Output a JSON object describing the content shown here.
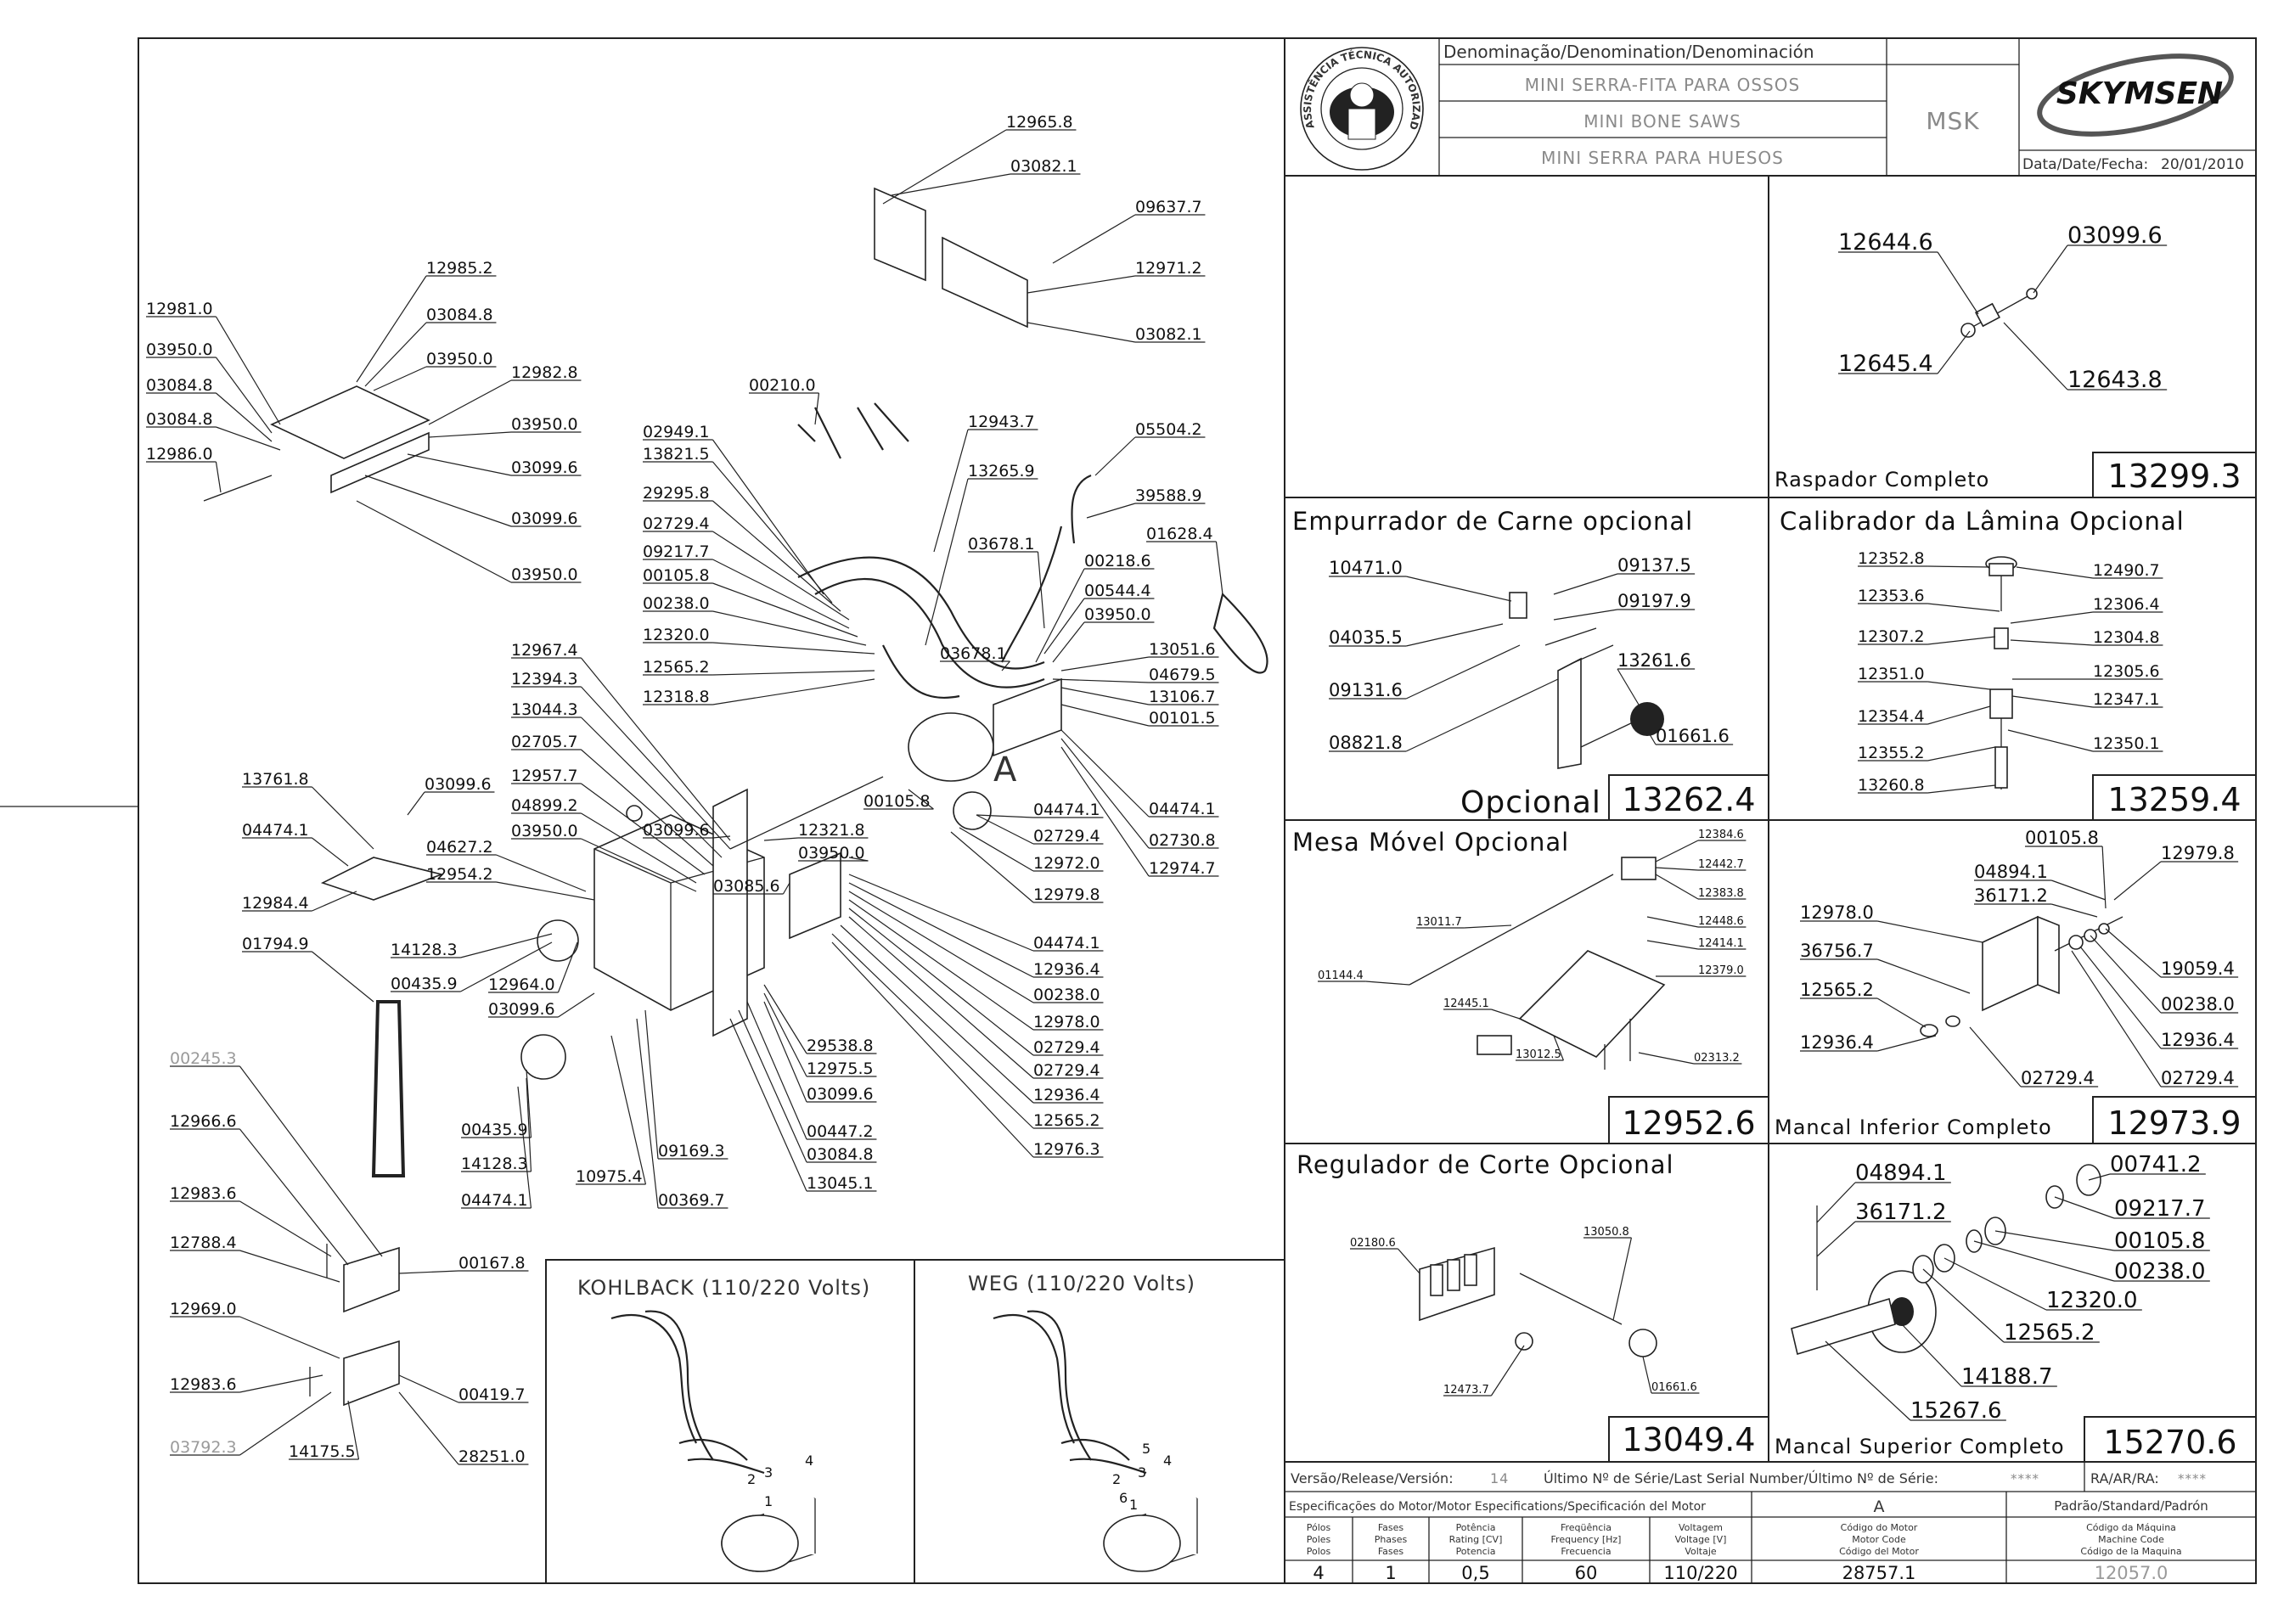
{
  "header": {
    "denomination_label": "Denominação/Denomination/Denominación",
    "names": [
      "MINI SERRA-FITA PARA OSSOS",
      "MINI BONE SAWS",
      "MINI SERRA PARA HUESOS"
    ],
    "model": "MSK",
    "brand": "SKYMSEN",
    "date_label": "Data/Date/Fecha:",
    "date": "20/01/2010",
    "seal_text": "ASSISTÊNCIA TÉCNICA AUTORIZADA"
  },
  "main_parts": [
    {
      "label": "12965.8"
    },
    {
      "label": "03082.1"
    },
    {
      "label": "09637.7"
    },
    {
      "label": "12971.2"
    },
    {
      "label": "03082.1"
    },
    {
      "label": "12985.2"
    },
    {
      "label": "12981.0"
    },
    {
      "label": "03084.8"
    },
    {
      "label": "03950.0"
    },
    {
      "label": "03950.0"
    },
    {
      "label": "12982.8"
    },
    {
      "label": "03084.8"
    },
    {
      "label": "03084.8"
    },
    {
      "label": "03950.0"
    },
    {
      "label": "12986.0"
    },
    {
      "label": "03099.6"
    },
    {
      "label": "03099.6"
    },
    {
      "label": "03950.0"
    },
    {
      "label": "00210.0"
    },
    {
      "label": "12943.7"
    },
    {
      "label": "05504.2"
    },
    {
      "label": "02949.1"
    },
    {
      "label": "13821.5"
    },
    {
      "label": "13265.9"
    },
    {
      "label": "39588.9"
    },
    {
      "label": "29295.8"
    },
    {
      "label": "01628.4"
    },
    {
      "label": "02729.4"
    },
    {
      "label": "03678.1"
    },
    {
      "label": "09217.7"
    },
    {
      "label": "00218.6"
    },
    {
      "label": "00105.8"
    },
    {
      "label": "00544.4"
    },
    {
      "label": "00238.0"
    },
    {
      "label": "03950.0"
    },
    {
      "label": "12320.0"
    },
    {
      "label": "13051.6"
    },
    {
      "label": "03678.1"
    },
    {
      "label": "04679.5"
    },
    {
      "label": "12565.2"
    },
    {
      "label": "13106.7"
    },
    {
      "label": "12318.8"
    },
    {
      "label": "00101.5"
    },
    {
      "label": "12967.4"
    },
    {
      "label": "12394.3"
    },
    {
      "label": "13044.3"
    },
    {
      "label": "02705.7"
    },
    {
      "label": "12957.7"
    },
    {
      "label": "04899.2"
    },
    {
      "label": "03950.0"
    },
    {
      "label": "04627.2"
    },
    {
      "label": "12954.2"
    },
    {
      "label": "03099.6"
    },
    {
      "label": "12321.8"
    },
    {
      "label": "00105.8"
    },
    {
      "label": "03950.0"
    },
    {
      "label": "03085.6"
    },
    {
      "label": "04474.1"
    },
    {
      "label": "02729.4"
    },
    {
      "label": "12972.0"
    },
    {
      "label": "12979.8"
    },
    {
      "label": "04474.1"
    },
    {
      "label": "02730.8"
    },
    {
      "label": "12974.7"
    },
    {
      "label": "13761.8"
    },
    {
      "label": "03099.6"
    },
    {
      "label": "04474.1"
    },
    {
      "label": "12984.4"
    },
    {
      "label": "14128.3"
    },
    {
      "label": "00435.9"
    },
    {
      "label": "12964.0"
    },
    {
      "label": "03099.6"
    },
    {
      "label": "01794.9"
    },
    {
      "label": "04474.1"
    },
    {
      "label": "12936.4"
    },
    {
      "label": "00238.0"
    },
    {
      "label": "12978.0"
    },
    {
      "label": "02729.4"
    },
    {
      "label": "02729.4"
    },
    {
      "label": "12936.4"
    },
    {
      "label": "12565.2"
    },
    {
      "label": "12976.3"
    },
    {
      "label": "29538.8"
    },
    {
      "label": "12975.5"
    },
    {
      "label": "03099.6"
    },
    {
      "label": "00447.2"
    },
    {
      "label": "03084.8"
    },
    {
      "label": "13045.1"
    },
    {
      "label": "09169.3"
    },
    {
      "label": "00369.7"
    },
    {
      "label": "10975.4"
    },
    {
      "label": "00435.9"
    },
    {
      "label": "14128.3"
    },
    {
      "label": "04474.1"
    },
    {
      "label": "00245.3",
      "grey": true
    },
    {
      "label": "12966.6"
    },
    {
      "label": "12983.6"
    },
    {
      "label": "12788.4"
    },
    {
      "label": "00167.8"
    },
    {
      "label": "12969.0"
    },
    {
      "label": "12983.6"
    },
    {
      "label": "00419.7"
    },
    {
      "label": "03792.3",
      "grey": true
    },
    {
      "label": "14175.5"
    },
    {
      "label": "28251.0"
    }
  ],
  "detail_marker": "A",
  "raspador": {
    "title": "Raspador Completo",
    "code": "13299.3",
    "parts": [
      {
        "label": "12644.6"
      },
      {
        "label": "03099.6"
      },
      {
        "label": "12645.4"
      },
      {
        "label": "12643.8"
      }
    ]
  },
  "empurrador": {
    "title": "Empurrador de Carne opcional",
    "footer": "Opcional",
    "code": "13262.4",
    "parts": [
      {
        "label": "10471.0"
      },
      {
        "label": "09137.5"
      },
      {
        "label": "09197.9"
      },
      {
        "label": "04035.5"
      },
      {
        "label": "13261.6"
      },
      {
        "label": "09131.6"
      },
      {
        "label": "08821.8"
      },
      {
        "label": "01661.6"
      }
    ]
  },
  "calibrador": {
    "title": "Calibrador da Lâmina Opcional",
    "code": "13259.4",
    "parts": [
      {
        "label": "12352.8"
      },
      {
        "label": "12490.7"
      },
      {
        "label": "12353.6"
      },
      {
        "label": "12306.4"
      },
      {
        "label": "12307.2"
      },
      {
        "label": "12304.8"
      },
      {
        "label": "12351.0"
      },
      {
        "label": "12305.6"
      },
      {
        "label": "12354.4"
      },
      {
        "label": "12347.1"
      },
      {
        "label": "12355.2"
      },
      {
        "label": "12350.1"
      },
      {
        "label": "13260.8"
      }
    ]
  },
  "mesa": {
    "title": "Mesa Móvel Opcional",
    "code": "12952.6",
    "parts": [
      {
        "label": "12384.6"
      },
      {
        "label": "12442.7"
      },
      {
        "label": "12383.8"
      },
      {
        "label": "13011.7"
      },
      {
        "label": "12448.6"
      },
      {
        "label": "12414.1"
      },
      {
        "label": "12379.0"
      },
      {
        "label": "01144.4"
      },
      {
        "label": "12445.1"
      },
      {
        "label": "13012.5"
      },
      {
        "label": "02313.2"
      }
    ]
  },
  "mancal_inferior": {
    "title": "Mancal Inferior Completo",
    "code": "12973.9",
    "parts": [
      {
        "label": "00105.8"
      },
      {
        "label": "04894.1"
      },
      {
        "label": "12979.8"
      },
      {
        "label": "36171.2"
      },
      {
        "label": "12978.0"
      },
      {
        "label": "36756.7"
      },
      {
        "label": "19059.4"
      },
      {
        "label": "12565.2"
      },
      {
        "label": "00238.0"
      },
      {
        "label": "12936.4"
      },
      {
        "label": "12936.4"
      },
      {
        "label": "02729.4"
      },
      {
        "label": "02729.4"
      }
    ]
  },
  "regulador": {
    "title": "Regulador de Corte Opcional",
    "code": "13049.4",
    "parts": [
      {
        "label": "02180.6"
      },
      {
        "label": "13050.8"
      },
      {
        "label": "12473.7"
      },
      {
        "label": "01661.6"
      }
    ]
  },
  "mancal_superior": {
    "title": "Mancal Superior Completo",
    "code": "15270.6",
    "parts": [
      {
        "label": "04894.1"
      },
      {
        "label": "00741.2"
      },
      {
        "label": "36171.2"
      },
      {
        "label": "09217.7"
      },
      {
        "label": "00105.8"
      },
      {
        "label": "00238.0"
      },
      {
        "label": "12320.0"
      },
      {
        "label": "12565.2"
      },
      {
        "label": "14188.7"
      },
      {
        "label": "15267.6"
      }
    ]
  },
  "motors": {
    "kohlback": {
      "title": "KOHLBACK (110/220 Volts)",
      "wires": [
        "1",
        "2",
        "3",
        "4"
      ]
    },
    "weg": {
      "title": "WEG (110/220 Volts)",
      "wires": [
        "1",
        "2",
        "3",
        "4",
        "5",
        "6"
      ]
    }
  },
  "footer": {
    "version_label": "Versão/Release/Versión:",
    "version": "14",
    "serial_label": "Último Nº de Série/Last Serial Number/Último Nº de Série:",
    "serial": "****",
    "ra_label": "RA/AR/RA:",
    "ra": "****",
    "spec_label": "Especificações do Motor/Motor Especifications/Specificación del Motor",
    "variant": "A",
    "standard_label": "Padrão/Standard/Padrón",
    "columns": [
      [
        "Pólos",
        "Poles",
        "Polos"
      ],
      [
        "Fases",
        "Phases",
        "Fases"
      ],
      [
        "Potência",
        "Rating [CV]",
        "Potencia"
      ],
      [
        "Freqüência",
        "Frequency [Hz]",
        "Frecuencia"
      ],
      [
        "Voltagem",
        "Voltage [V]",
        "Voltaje"
      ],
      [
        "Código do Motor",
        "Motor Code",
        "Código del Motor"
      ],
      [
        "Código da Máquina",
        "Machine Code",
        "Código de la Maquina"
      ]
    ],
    "values": [
      "4",
      "1",
      "0,5",
      "60",
      "110/220",
      "28757.1",
      "12057.0"
    ]
  }
}
